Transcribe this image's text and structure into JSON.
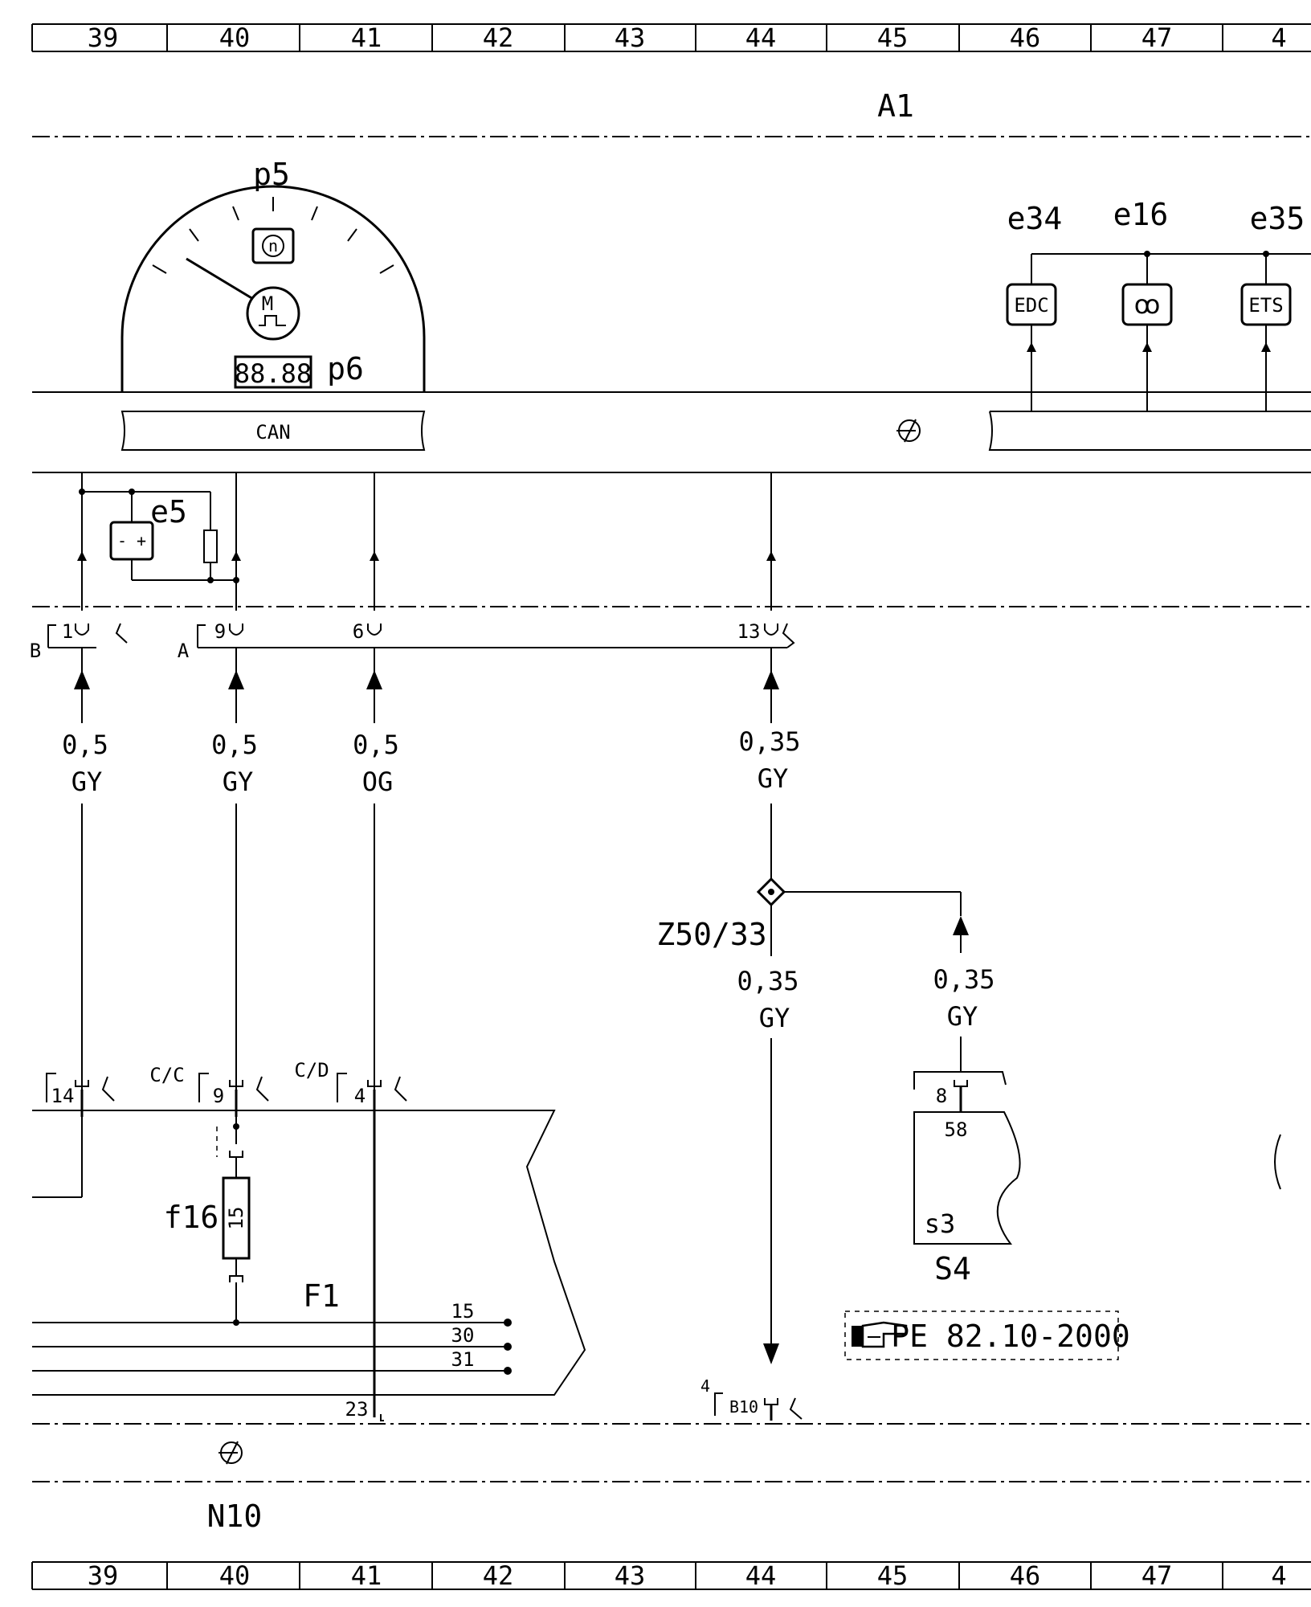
{
  "columns": [
    "39",
    "40",
    "41",
    "42",
    "43",
    "44",
    "45",
    "46",
    "47",
    "4"
  ],
  "labels": {
    "module": "A1",
    "gauge": "p5",
    "display": "p6",
    "bus": "CAN",
    "battery": "e5",
    "edc_ref": "e34",
    "lamp_ref": "e16",
    "ets_ref": "e35",
    "edc_box": "EDC",
    "ets_box": "ETS",
    "lamp_symbol": "ꝏ",
    "motor_symbol": "M",
    "rpm_symbol": "n",
    "display_digits": "88.88",
    "battery_symbol": "- +",
    "splice": "Z50/33",
    "fuse": "f16",
    "fuse_value": "15",
    "fuse_box": "F1",
    "fb_15": "15",
    "fb_30": "30",
    "fb_31": "31",
    "pin_23": "23",
    "switch_pin": "58",
    "switch_ref": "s3",
    "switch_name": "S4",
    "ground_node": "N10",
    "reference": "PE 82.10-2000"
  },
  "connectors": {
    "top": [
      {
        "name": "B",
        "pin": "1"
      },
      {
        "name": "A",
        "pin": "9"
      },
      {
        "name": "",
        "pin": "6"
      },
      {
        "name": "",
        "pin": "13"
      }
    ],
    "bottom": [
      {
        "name": "",
        "pin": "14"
      },
      {
        "name": "C/C",
        "pin": "9"
      },
      {
        "name": "C/D",
        "pin": "4"
      },
      {
        "name": "",
        "pin": "8"
      },
      {
        "name": "B10",
        "pin": "4"
      }
    ]
  },
  "wires": [
    {
      "size": "0,5",
      "color": "GY"
    },
    {
      "size": "0,5",
      "color": "GY"
    },
    {
      "size": "0,5",
      "color": "OG"
    },
    {
      "size": "0,35",
      "color": "GY"
    },
    {
      "size": "0,35",
      "color": "GY"
    },
    {
      "size": "0,35",
      "color": "GY"
    }
  ]
}
